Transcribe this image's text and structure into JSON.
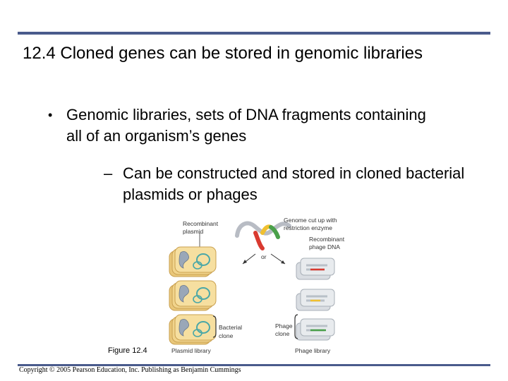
{
  "title": "12.4 Cloned genes can be stored in genomic libraries",
  "bullets": {
    "level1_marker": "•",
    "level1_text": "Genomic libraries, sets of DNA fragments containing all of an organism’s genes",
    "level2_marker": "–",
    "level2_text": "Can be constructed and stored in cloned bacterial plasmids or phages"
  },
  "figure": {
    "recombinant_plasmid_line1": "Recombinant",
    "recombinant_plasmid_line2": "plasmid",
    "genome_cut_line1": "Genome cut up with",
    "genome_cut_line2": "restriction enzyme",
    "recombinant_phage_line1": "Recombinant",
    "recombinant_phage_line2": "phage DNA",
    "or": "or",
    "bacterial_clone_line1": "Bacterial",
    "bacterial_clone_line2": "clone",
    "phage_clone_line1": "Phage",
    "phage_clone_line2": "clone",
    "figure_number": "Figure 12.4",
    "plasmid_library": "Plasmid library",
    "phage_library": "Phage library"
  },
  "copyright": "Copyright © 2005 Pearson Education, Inc. Publishing as Benjamin Cummings"
}
